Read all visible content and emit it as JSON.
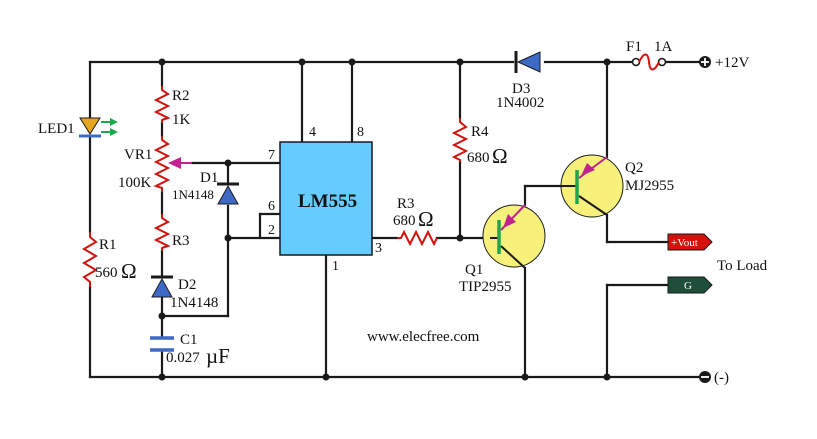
{
  "ic": {
    "name": "LM555",
    "pins": {
      "p4": "4",
      "p8": "8",
      "p7": "7",
      "p6": "6",
      "p2": "2",
      "p3": "3",
      "p1": "1"
    }
  },
  "components": {
    "r1": {
      "ref": "R1",
      "value": "560",
      "unit": "Ω"
    },
    "r2": {
      "ref": "R2",
      "value": "1K"
    },
    "r3": {
      "ref": "R3",
      "value": ""
    },
    "r3b": {
      "ref": "R3",
      "value": "680",
      "unit": "Ω"
    },
    "r4": {
      "ref": "R4",
      "value": "680",
      "unit": "Ω"
    },
    "vr1": {
      "ref": "VR1",
      "value": "100K"
    },
    "led1": {
      "ref": "LED1"
    },
    "d1": {
      "ref": "D1",
      "value": "1N4148"
    },
    "d2": {
      "ref": "D2",
      "value": "1N4148"
    },
    "d3": {
      "ref": "D3",
      "value": "1N4002"
    },
    "c1": {
      "ref": "C1",
      "value": "0.027",
      "unit": "µF"
    },
    "q1": {
      "ref": "Q1",
      "value": "TIP2955"
    },
    "q2": {
      "ref": "Q2",
      "value": "MJ2955"
    },
    "f1": {
      "ref": "F1",
      "value": "1A"
    }
  },
  "terminals": {
    "plus12v": "+12V",
    "minus": "(-)",
    "vout": "+Vout",
    "g": "G",
    "to_load": "To Load"
  },
  "watermark": "www.elecfree.com",
  "colors": {
    "wire": "#1a1a1a",
    "resistor": "#d3120c",
    "ic_fill": "#66ccff",
    "transistor_fill": "#f7f07a",
    "diode_fill": "#3f69c6",
    "led_fill": "#e6a51c",
    "arrow_magenta": "#c0238f",
    "arrow_green": "#1aa84c",
    "vout_tag": "#d3120c",
    "g_tag": "#1f4f3a"
  }
}
